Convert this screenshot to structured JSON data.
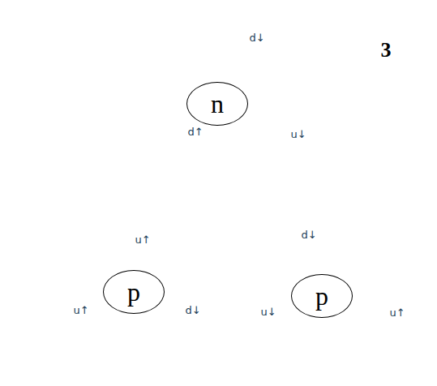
{
  "diagram": {
    "nodes": [
      {
        "text": [
          "n"
        ]
      },
      {
        "text": [
          "d↓"
        ],
        "in": 0
      },
      {
        "text": [
          "d↑"
        ],
        "in": 0
      },
      {
        "text": [
          "u↓"
        ],
        "in": 0
      },
      {
        "text": [
          "p"
        ]
      },
      {
        "text": [
          "u↑"
        ],
        "in": 4
      },
      {
        "text": [
          "u↑"
        ],
        "in": 4
      },
      {
        "text": [
          "d↓"
        ],
        "in": 4
      },
      {
        "text": [
          "p"
        ]
      },
      {
        "text": [
          "d↓"
        ],
        "in": 8
      },
      {
        "text": [
          "u↓"
        ],
        "in": 8
      },
      {
        "text": [
          "u↑"
        ],
        "in": 8
      }
    ],
    "labels": [
      "3"
    ]
  }
}
